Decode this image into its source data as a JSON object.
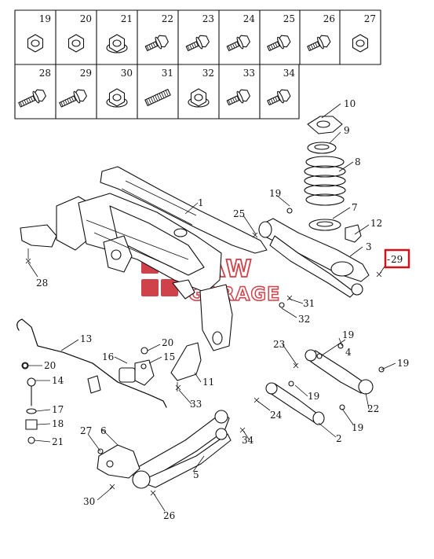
{
  "grid": {
    "row1": [
      "19",
      "20",
      "21",
      "22",
      "23",
      "24",
      "25",
      "26",
      "27"
    ],
    "row2": [
      "28",
      "29",
      "30",
      "31",
      "32",
      "33",
      "34"
    ]
  },
  "fastener_types": {
    "19": "hex-nut",
    "20": "hex-nut",
    "21": "flange-nut",
    "22": "bolt",
    "23": "bolt",
    "24": "bolt",
    "25": "bolt",
    "26": "bolt",
    "27": "hex-nut",
    "28": "long-bolt",
    "29": "long-bolt",
    "30": "flange-nut",
    "31": "stud",
    "32": "flange-nut",
    "33": "bolt",
    "34": "bolt"
  },
  "callouts": {
    "c1": "1",
    "c2": "2",
    "c3": "3",
    "c4": "4",
    "c5": "5",
    "c6": "6",
    "c7": "7",
    "c8": "8",
    "c9": "9",
    "c10": "10",
    "c11": "11",
    "c12": "12",
    "c13": "13",
    "c14": "14",
    "c15": "15",
    "c16": "16",
    "c17": "17",
    "c18": "18",
    "c19a": "19",
    "c19b": "19",
    "c19c": "19",
    "c19d": "19",
    "c19e": "19",
    "c20a": "20",
    "c20b": "20",
    "c21": "21",
    "c22": "22",
    "c23": "23",
    "c24": "24",
    "c25": "25",
    "c26": "26",
    "c27": "27",
    "c28": "28",
    "c29": "29",
    "c30": "30",
    "c31": "31",
    "c32": "32",
    "c33": "33",
    "c34": "34"
  },
  "highlight": {
    "label": "29",
    "color": "#d0101a"
  },
  "watermark": {
    "line1": "SAW",
    "line2": "GARAGE",
    "color": "#c8222a"
  }
}
